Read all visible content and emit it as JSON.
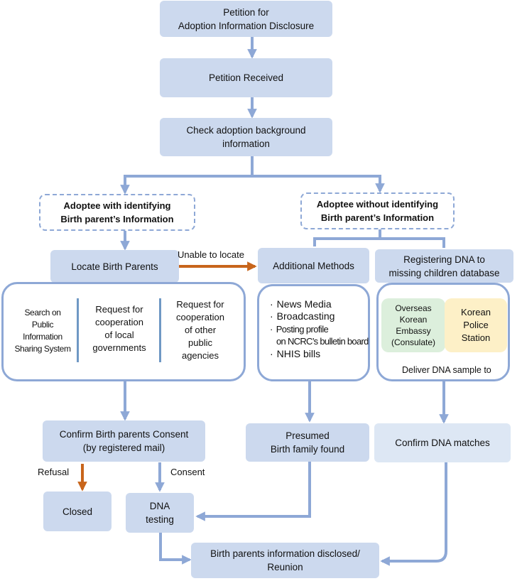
{
  "nodes": {
    "petition": [
      "Petition for",
      "Adoption Information Disclosure"
    ],
    "received": "Petition Received",
    "check": [
      "Check adoption background",
      "information"
    ],
    "with_id": [
      "Adoptee with identifying",
      "Birth parent’s Information"
    ],
    "without_id": [
      "Adoptee without identifying",
      "Birth parent’s Information"
    ],
    "locate": "Locate Birth Parents",
    "additional": "Additional Methods",
    "registering": [
      "Registering DNA to",
      "missing children database"
    ],
    "search_public": [
      "Search on",
      "Public",
      "Information",
      "Sharing System"
    ],
    "request_local": [
      "Request for",
      "cooperation",
      "of local",
      "governments"
    ],
    "request_other": [
      "Request for",
      "cooperation",
      "of other",
      "public",
      "agencies"
    ],
    "methods": [
      "News Media",
      "Broadcasting",
      "Posting profile",
      "on NCRC’s bulletin board",
      "NHIS bills"
    ],
    "overseas": [
      "Overseas",
      "Korean",
      "Embassy",
      "(Consulate)"
    ],
    "police": [
      "Korean",
      "Police",
      "Station"
    ],
    "deliver": "Deliver DNA sample to",
    "confirm_consent": [
      "Confirm Birth parents Consent",
      "(by registered mail)"
    ],
    "presumed": [
      "Presumed",
      "Birth family found"
    ],
    "confirm_dna": "Confirm DNA matches",
    "closed": "Closed",
    "dna_testing": [
      "DNA",
      "testing"
    ],
    "disclosed": [
      "Birth parents information disclosed/",
      "Reunion"
    ]
  },
  "edge_labels": {
    "unable": "Unable to locate",
    "refusal": "Refusal",
    "consent": "Consent"
  },
  "colors": {
    "box_fill": "#ccd9ee",
    "box_pale": "#dde7f4",
    "line": "#8ea8d6",
    "orange_arrow": "#c8651b",
    "separator": "#6f98c4",
    "embassy_fill": "#dcefdc",
    "police_fill": "#fdf0c7"
  }
}
